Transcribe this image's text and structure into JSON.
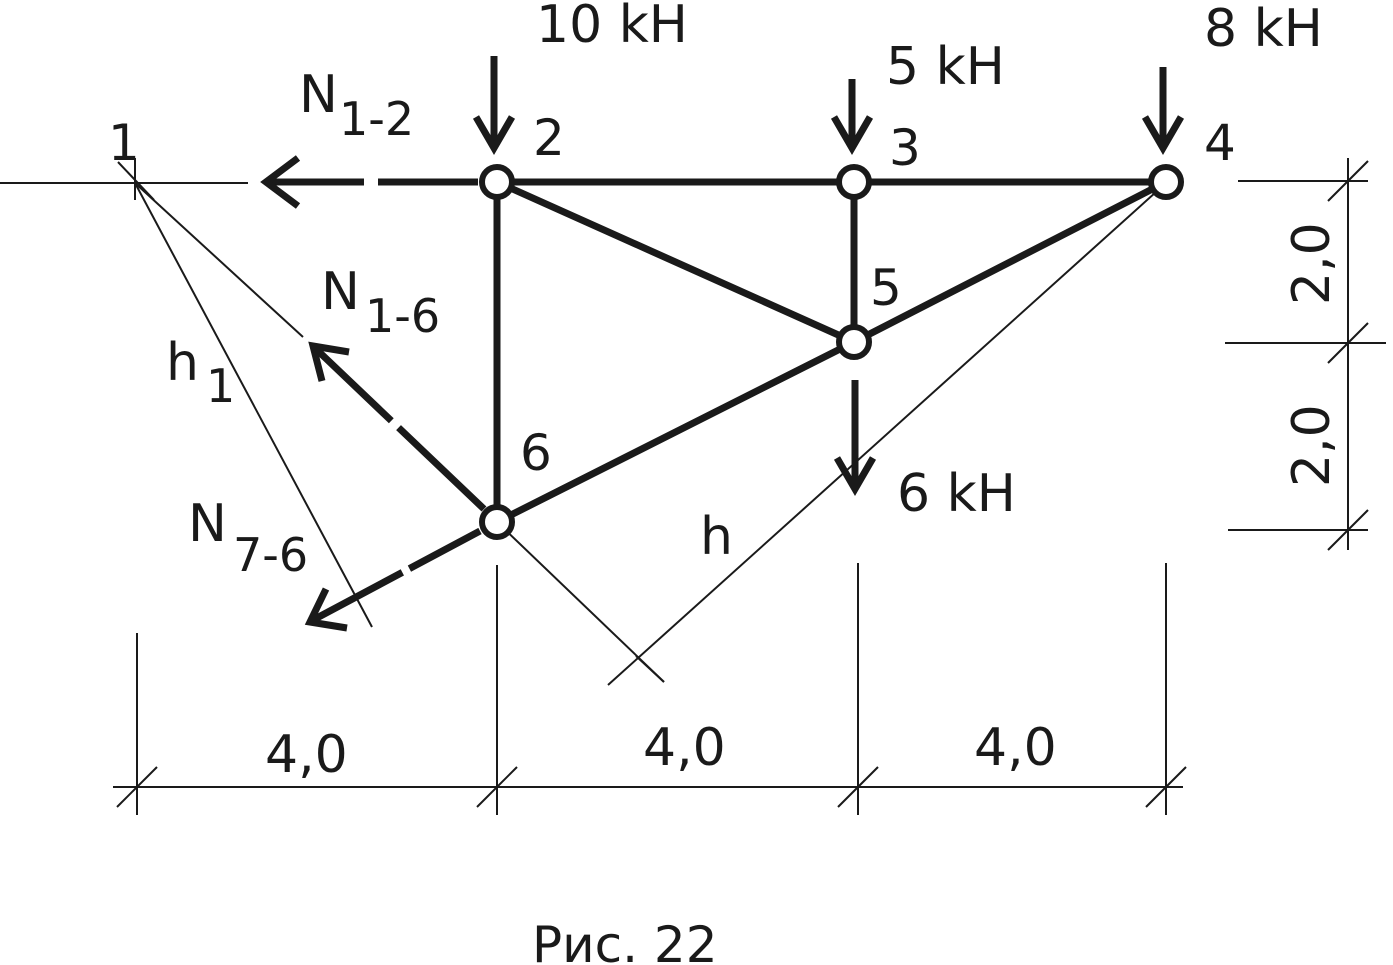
{
  "nodes": {
    "n1": "1",
    "n2": "2",
    "n3": "3",
    "n4": "4",
    "n5": "5",
    "n6": "6"
  },
  "loads": {
    "p2": "10 kH",
    "p3": "5 kH",
    "p4": "8 kH",
    "p5": "6 kH"
  },
  "forces": {
    "n12": {
      "main": "N",
      "sub": "1-2"
    },
    "n16": {
      "main": "N",
      "sub": "1-6"
    },
    "n76": {
      "main": "N",
      "sub": "7-6"
    }
  },
  "arms": {
    "h1": {
      "main": "h",
      "sub": "1"
    },
    "h": "h"
  },
  "dimensions": {
    "horizontal": [
      "4,0",
      "4,0",
      "4,0"
    ],
    "vertical": [
      "2,0",
      "2,0"
    ]
  },
  "caption": "Рис. 22",
  "colors": {
    "ink": "#1a1a1a",
    "background": "#ffffff"
  }
}
